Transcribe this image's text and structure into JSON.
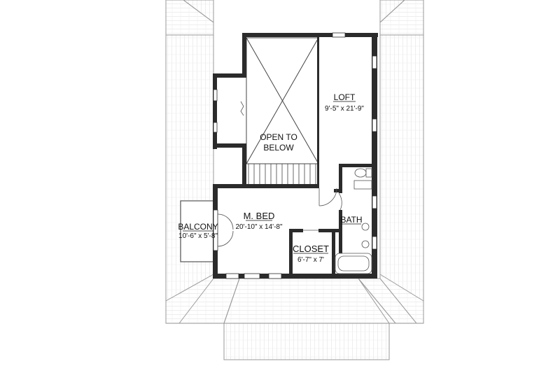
{
  "rooms": {
    "loft": {
      "name": "LOFT",
      "dims": "9'-5\" x 21'-9\""
    },
    "open_to_below": {
      "line1": "OPEN TO",
      "line2": "BELOW"
    },
    "master_bed": {
      "name": "M. BED",
      "dims": "20'-10\" x 14'-8\""
    },
    "balcony": {
      "name": "BALCONY",
      "dims": "10'-6\" x 5'-8\""
    },
    "bath": {
      "name": "BATH"
    },
    "closet": {
      "name": "CLOSET",
      "dims": "6'-7\" x 7'"
    }
  },
  "colors": {
    "wall": "#2b2b2b",
    "roof_line": "#9a9a9a",
    "roof_fill": "#ffffff",
    "background": "#ffffff"
  }
}
